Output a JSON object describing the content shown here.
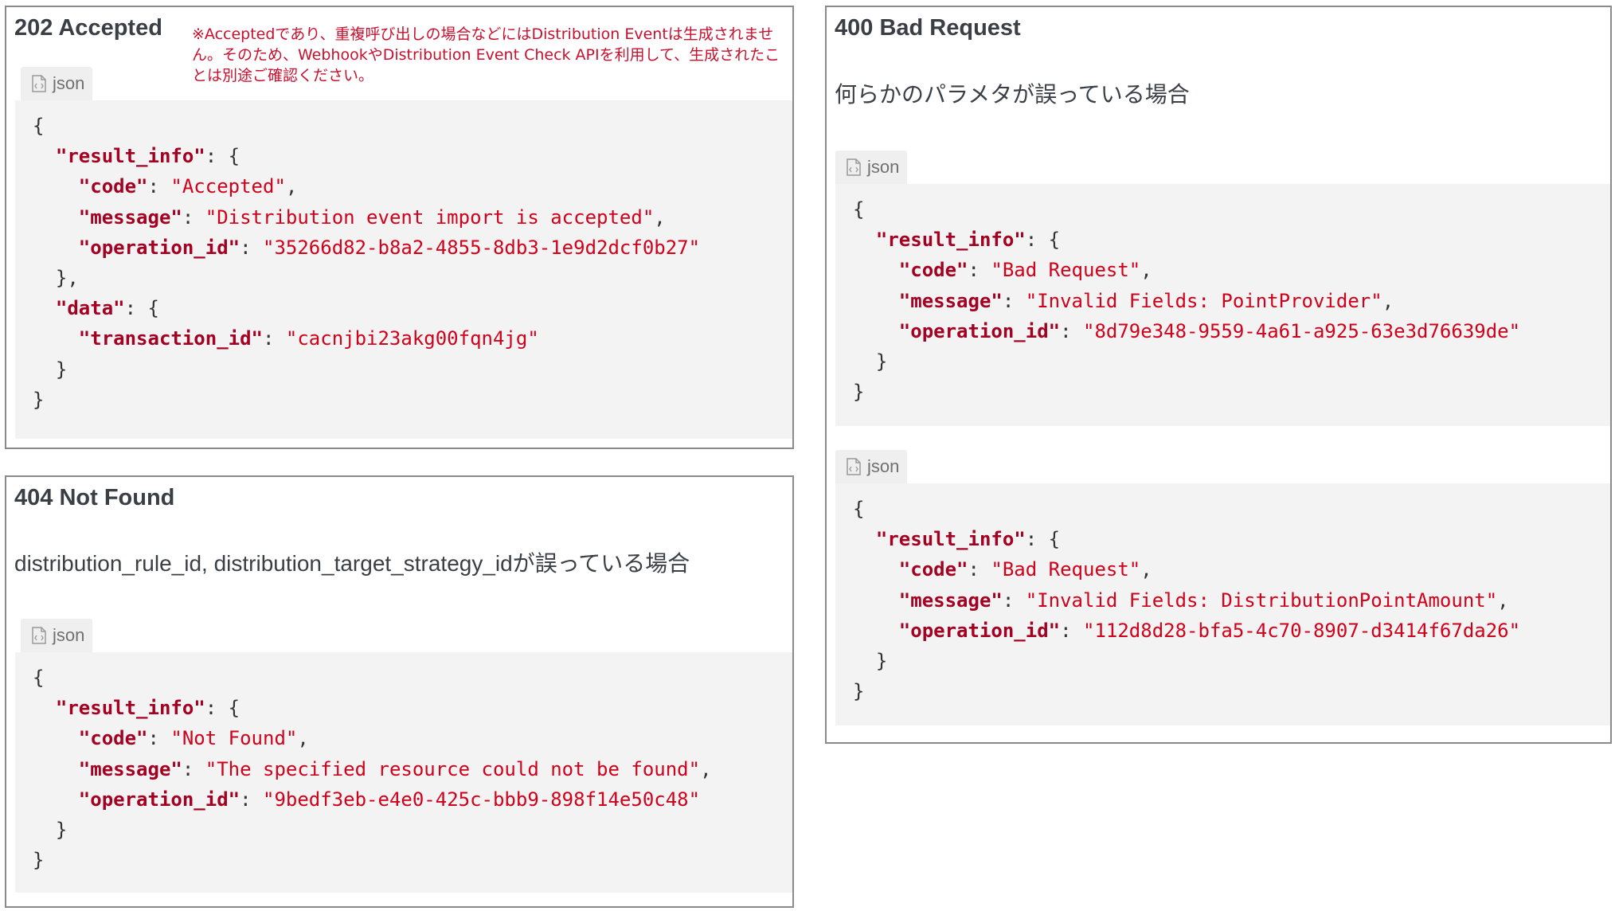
{
  "panel_202": {
    "title": "202 Accepted",
    "note": "※Acceptedであり、重複呼び出しの場合などにはDistribution Eventは生成されません。そのため、WebhookやDistribution Event Check APIを利用して、生成されたことは別途ご確認ください。",
    "tab_label": "json",
    "lines": [
      {
        "indent": "",
        "key": "",
        "value": "",
        "punct": "{"
      },
      {
        "indent": "  ",
        "key": "\"result_info\"",
        "value": "",
        "punct": ": {"
      },
      {
        "indent": "    ",
        "key": "\"code\"",
        "sep": ": ",
        "value": "\"Accepted\"",
        "punct": ","
      },
      {
        "indent": "    ",
        "key": "\"message\"",
        "sep": ": ",
        "value": "\"Distribution event import is accepted\"",
        "punct": ","
      },
      {
        "indent": "    ",
        "key": "\"operation_id\"",
        "sep": ": ",
        "value": "\"35266d82-b8a2-4855-8db3-1e9d2dcf0b27\"",
        "punct": ""
      },
      {
        "indent": "  ",
        "key": "",
        "value": "",
        "punct": "},"
      },
      {
        "indent": "  ",
        "key": "\"data\"",
        "value": "",
        "punct": ": {"
      },
      {
        "indent": "    ",
        "key": "\"transaction_id\"",
        "sep": ": ",
        "value": "\"cacnjbi23akg00fqn4jg\"",
        "punct": ""
      },
      {
        "indent": "  ",
        "key": "",
        "value": "",
        "punct": "}"
      },
      {
        "indent": "",
        "key": "",
        "value": "",
        "punct": "}"
      }
    ]
  },
  "panel_404": {
    "title": "404 Not Found",
    "description": "distribution_rule_id, distribution_target_strategy_idが誤っている場合",
    "tab_label": "json",
    "lines": [
      {
        "indent": "",
        "key": "",
        "value": "",
        "punct": "{"
      },
      {
        "indent": "  ",
        "key": "\"result_info\"",
        "value": "",
        "punct": ": {"
      },
      {
        "indent": "    ",
        "key": "\"code\"",
        "sep": ": ",
        "value": "\"Not Found\"",
        "punct": ","
      },
      {
        "indent": "    ",
        "key": "\"message\"",
        "sep": ": ",
        "value": "\"The specified resource could not be found\"",
        "punct": ","
      },
      {
        "indent": "    ",
        "key": "\"operation_id\"",
        "sep": ": ",
        "value": "\"9bedf3eb-e4e0-425c-bbb9-898f14e50c48\"",
        "punct": ""
      },
      {
        "indent": "  ",
        "key": "",
        "value": "",
        "punct": "}"
      },
      {
        "indent": "",
        "key": "",
        "value": "",
        "punct": "}"
      }
    ]
  },
  "panel_400": {
    "title": "400 Bad Request",
    "description": "何らかのパラメタが誤っている場合",
    "tab_label_1": "json",
    "tab_label_2": "json",
    "lines_1": [
      {
        "indent": "",
        "key": "",
        "value": "",
        "punct": "{"
      },
      {
        "indent": "  ",
        "key": "\"result_info\"",
        "value": "",
        "punct": ": {"
      },
      {
        "indent": "    ",
        "key": "\"code\"",
        "sep": ": ",
        "value": "\"Bad Request\"",
        "punct": ","
      },
      {
        "indent": "    ",
        "key": "\"message\"",
        "sep": ": ",
        "value": "\"Invalid Fields: PointProvider\"",
        "punct": ","
      },
      {
        "indent": "    ",
        "key": "\"operation_id\"",
        "sep": ": ",
        "value": "\"8d79e348-9559-4a61-a925-63e3d76639de\"",
        "punct": ""
      },
      {
        "indent": "  ",
        "key": "",
        "value": "",
        "punct": "}"
      },
      {
        "indent": "",
        "key": "",
        "value": "",
        "punct": "}"
      }
    ],
    "lines_2": [
      {
        "indent": "",
        "key": "",
        "value": "",
        "punct": "{"
      },
      {
        "indent": "  ",
        "key": "\"result_info\"",
        "value": "",
        "punct": ": {"
      },
      {
        "indent": "    ",
        "key": "\"code\"",
        "sep": ": ",
        "value": "\"Bad Request\"",
        "punct": ","
      },
      {
        "indent": "    ",
        "key": "\"message\"",
        "sep": ": ",
        "value": "\"Invalid Fields: DistributionPointAmount\"",
        "punct": ","
      },
      {
        "indent": "    ",
        "key": "\"operation_id\"",
        "sep": ": ",
        "value": "\"112d8d28-bfa5-4c70-8907-d3414f67da26\"",
        "punct": ""
      },
      {
        "indent": "  ",
        "key": "",
        "value": "",
        "punct": "}"
      },
      {
        "indent": "",
        "key": "",
        "value": "",
        "punct": "}"
      }
    ]
  }
}
